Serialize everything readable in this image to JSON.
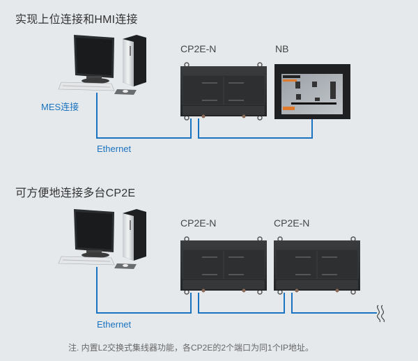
{
  "section1": {
    "heading": "实现上位连接和HMI连接",
    "plc_label": "CP2E-N",
    "hmi_label": "NB",
    "mes_label": "MES连接",
    "network_label": "Ethernet"
  },
  "section2": {
    "heading": "可方便地连接多台CP2E",
    "plc1_label": "CP2E-N",
    "plc2_label": "CP2E-N",
    "network_label": "Ethernet"
  },
  "note": "注. 内置L2交换式集线器功能，各CP2E的2个端口为同1个IP地址。",
  "colors": {
    "background": "#e6e9ec",
    "line": "#1a73c0",
    "device_dark": "#2b2d2f",
    "text_dark": "#333333",
    "note_text": "#666666"
  }
}
